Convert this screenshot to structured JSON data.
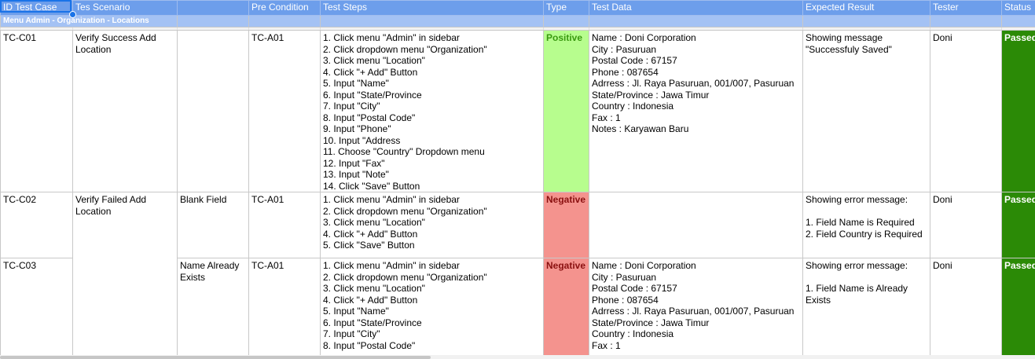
{
  "headers": {
    "id": "ID Test Case",
    "scenario": "Tes Scenario",
    "col3": "",
    "pre": "Pre Condition",
    "steps": "Test Steps",
    "type": "Type",
    "data": "Test Data",
    "expected": "Expected Result",
    "tester": "Tester",
    "status": "Status"
  },
  "section_title": "Menu Admin - Organization - Locations",
  "rows": [
    {
      "id": "TC-C01",
      "scenario": [
        "Verify Success Add",
        "Location"
      ],
      "case": "",
      "pre": "TC-A01",
      "steps": [
        "1. Click menu \"Admin\" in sidebar",
        "2. Click dropdown menu \"Organization\"",
        "3. Click menu \"Location\"",
        "4. Click \"+ Add\" Button",
        "5. Input \"Name\"",
        "6. Input \"State/Province",
        "7. Input \"City\"",
        "8. Input \"Postal Code\"",
        "9. Input \"Phone\"",
        "10. Input \"Address",
        "11. Choose \"Country\" Dropdown menu",
        "12. Input \"Fax\"",
        "13. Input \"Note\"",
        "14. Click \"Save\" Button"
      ],
      "type": "Positive",
      "data": [
        "Name : Doni Corporation",
        "City : Pasuruan",
        "Postal Code : 67157",
        "Phone : 087654",
        "Adrress : Jl. Raya Pasuruan, 001/007, Pasuruan",
        "State/Province : Jawa Timur",
        "Country : Indonesia",
        "Fax : 1",
        "Notes : Karyawan Baru"
      ],
      "expected": [
        "Showing message",
        "\"Successfuly Saved\""
      ],
      "tester": "Doni",
      "status": "Passed"
    },
    {
      "id": "TC-C02",
      "scenario": [
        "Verify Failed Add",
        "Location"
      ],
      "case": "Blank Field",
      "pre": "TC-A01",
      "steps": [
        "1. Click menu \"Admin\" in sidebar",
        "2. Click dropdown menu \"Organization\"",
        "3. Click menu \"Location\"",
        "4. Click \"+ Add\" Button",
        "5. Click \"Save\" Button"
      ],
      "type": "Negative",
      "data": [],
      "expected": [
        "Showing error message:",
        "",
        "1. Field Name is Required",
        "2. Field Country is Required"
      ],
      "tester": "Doni",
      "status": "Passed"
    },
    {
      "id": "TC-C03",
      "scenario": [],
      "case": [
        "Name Already",
        "Exists"
      ],
      "pre": "TC-A01",
      "steps": [
        "1. Click menu \"Admin\" in sidebar",
        "2. Click dropdown menu \"Organization\"",
        "3. Click menu \"Location\"",
        "4. Click \"+ Add\" Button",
        "5. Input \"Name\"",
        "6. Input \"State/Province",
        "7. Input \"City\"",
        "8. Input \"Postal Code\""
      ],
      "type": "Negative",
      "data": [
        "Name : Doni Corporation",
        "City : Pasuruan",
        "Postal Code : 67157",
        "Phone : 087654",
        "Adrress : Jl. Raya Pasuruan, 001/007, Pasuruan",
        "State/Province : Jawa Timur",
        "Country : Indonesia",
        "Fax : 1"
      ],
      "expected": [
        "Showing error message:",
        "",
        "1. Field Name is Already",
        "Exists"
      ],
      "tester": "Doni",
      "status": "Passed"
    }
  ],
  "colors": {
    "header": "#6d9eeb",
    "section": "#a4c2f4",
    "positive": "#b7fd8e",
    "negative": "#f4938e",
    "passed": "#2b8a06",
    "selection": "#1a73e8"
  }
}
